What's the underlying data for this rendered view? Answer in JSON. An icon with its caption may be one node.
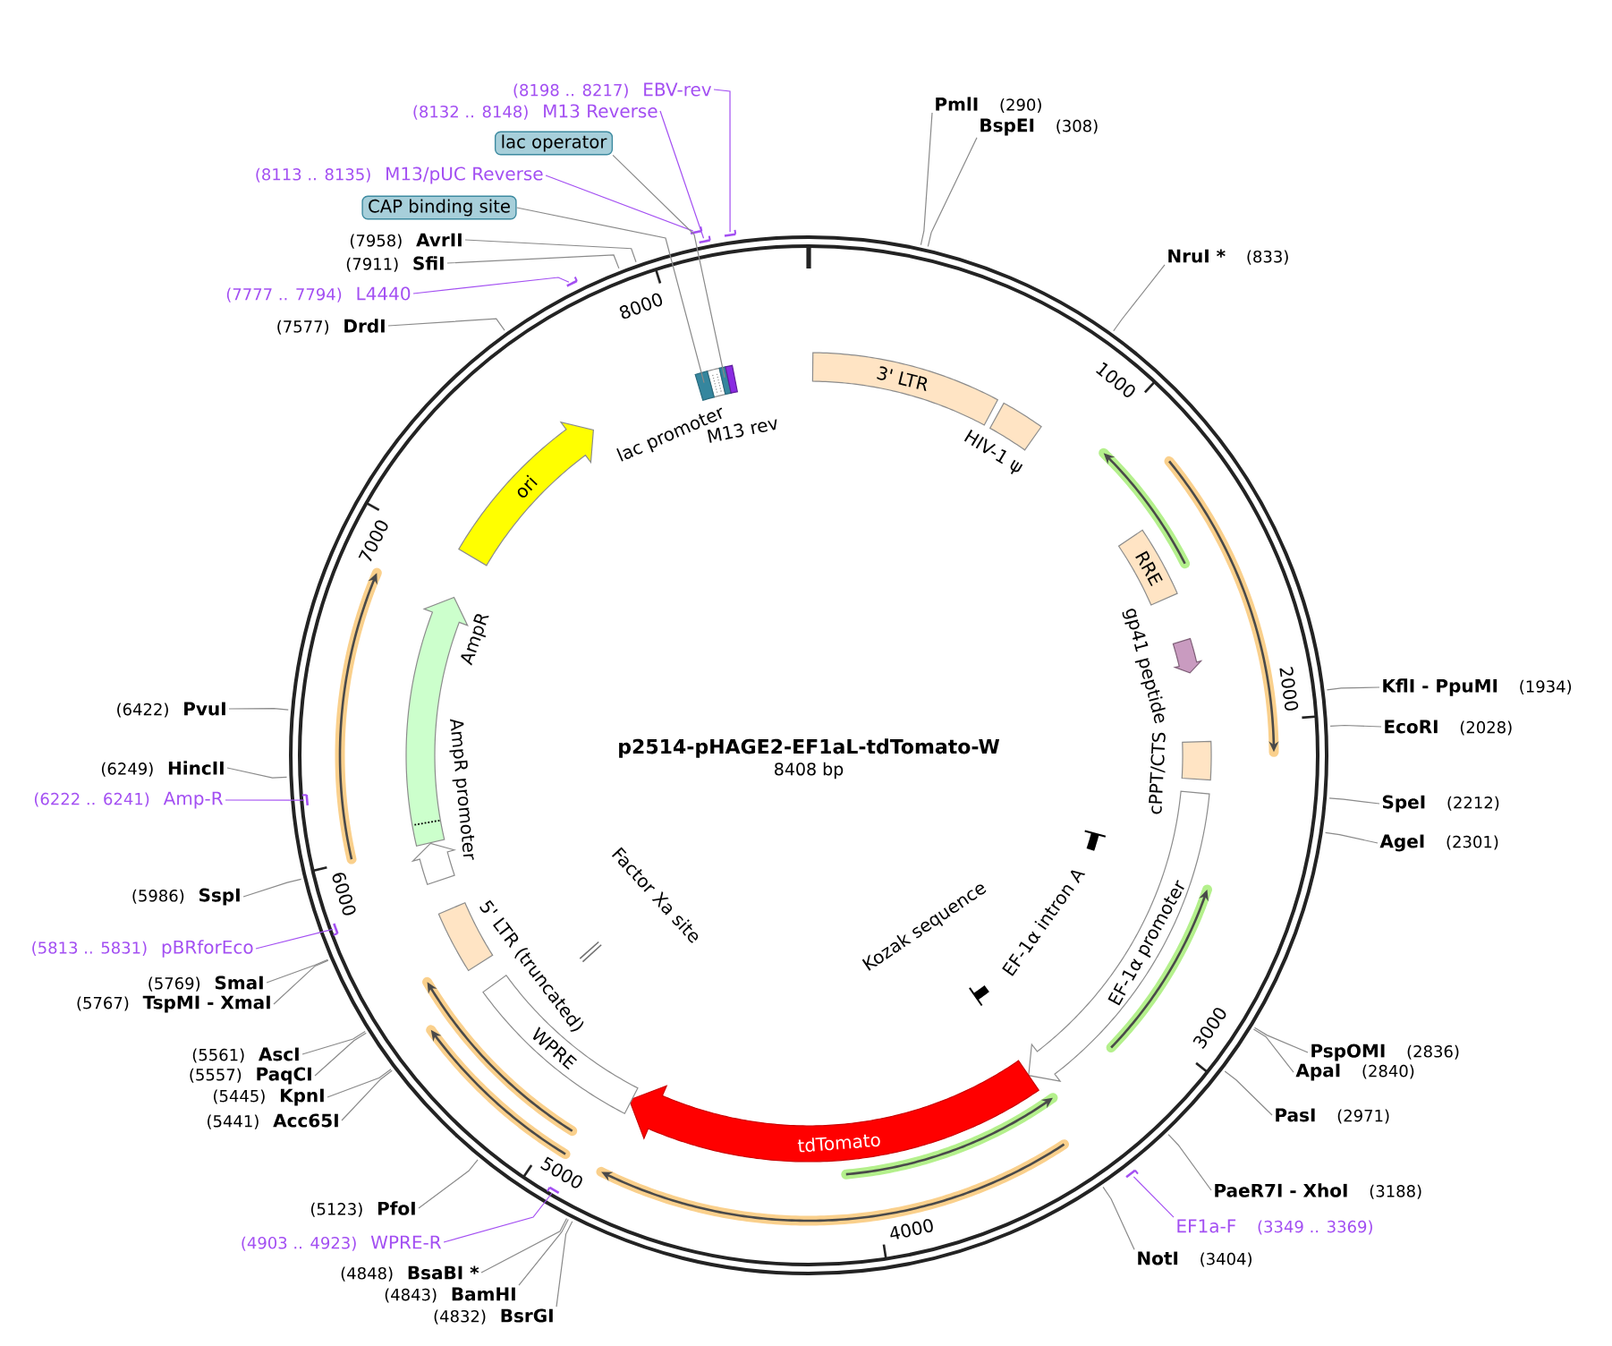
{
  "diagram": {
    "title": "p2514-pHAGE2-EF1aL-tdTomato-W",
    "nodes": [
      {
        "text": [
          "3' LTR"
        ]
      },
      {
        "text": [],
        "shape": "box",
        "beside": [
          "HIV-1 ψ"
        ]
      },
      {
        "text": [
          "RRE"
        ]
      },
      {
        "text": [],
        "shape": "arrow",
        "beside": [
          "gp41 peptide"
        ]
      },
      {
        "text": [
          "cPPT/CTS"
        ]
      },
      {
        "text": [
          "EF-1α promoter"
        ]
      },
      {
        "text": [
          "EF-1α intron A"
        ]
      },
      {
        "text": [
          "Kozak sequence"
        ]
      },
      {
        "text": [
          "tdTomato"
        ]
      },
      {
        "text": [
          "WPRE"
        ]
      },
      {
        "text": [
          "Factor Xa site"
        ]
      },
      {
        "text": [],
        "shape": "box",
        "beside": [
          "5' LTR (truncated)"
        ]
      },
      {
        "text": [],
        "shape": "arrow",
        "beside": [
          "AmpR promoter"
        ]
      },
      {
        "text": [],
        "shape": "arrow",
        "beside": [
          "AmpR"
        ]
      },
      {
        "text": [
          "ori"
        ]
      },
      {
        "text": [],
        "shape": "box",
        "beside": [
          "lac promoter"
        ]
      },
      {
        "text": [],
        "shape": "box"
      },
      {
        "text": [],
        "shape": "box"
      },
      {
        "text": [],
        "shape": "box",
        "beside": [
          "M13 rev"
        ]
      },
      {
        "text": [
          "PmlI"
        ],
        "beside": [
          "(290)"
        ]
      },
      {
        "text": [
          "BspEI"
        ],
        "beside": [
          "(308)"
        ]
      },
      {
        "text": [
          "NruI *"
        ],
        "beside": [
          "(833)"
        ]
      },
      {
        "text": [
          "KflI - PpuMI"
        ],
        "beside": [
          "(1934)"
        ]
      },
      {
        "text": [
          "EcoRI"
        ],
        "beside": [
          "(2028)"
        ]
      },
      {
        "text": [
          "SpeI"
        ],
        "beside": [
          "(2212)"
        ]
      },
      {
        "text": [
          "AgeI"
        ],
        "beside": [
          "(2301)"
        ]
      },
      {
        "text": [
          "PspOMI"
        ],
        "beside": [
          "(2836)"
        ]
      },
      {
        "text": [
          "ApaI"
        ],
        "beside": [
          "(2840)"
        ]
      },
      {
        "text": [
          "PasI"
        ],
        "beside": [
          "(2971)"
        ]
      },
      {
        "text": [
          "PaeR7I - XhoI"
        ],
        "beside": [
          "(3188)"
        ]
      },
      {
        "text": [
          "EF1a-F"
        ],
        "beside": [
          "(3349 .. 3369)"
        ]
      },
      {
        "text": [],
        "shape": "bar"
      },
      {
        "text": [
          "NotI"
        ],
        "beside": [
          "(3404)"
        ]
      },
      {
        "text": [
          "BsrGI"
        ],
        "beside": [
          "(4832)"
        ]
      },
      {
        "text": [
          "BamHI"
        ],
        "beside": [
          "(4843)"
        ]
      },
      {
        "text": [
          "BsaBI *"
        ],
        "beside": [
          "(4848)"
        ]
      },
      {
        "text": [
          "WPRE-R"
        ],
        "beside": [
          "(4903 .. 4923)"
        ]
      },
      {
        "text": [],
        "shape": "bar"
      },
      {
        "text": [
          "PfoI"
        ],
        "beside": [
          "(5123)"
        ]
      },
      {
        "text": [
          "Acc65I"
        ],
        "beside": [
          "(5441)"
        ]
      },
      {
        "text": [
          "KpnI"
        ],
        "beside": [
          "(5445)"
        ]
      },
      {
        "text": [
          "PaqCI"
        ],
        "beside": [
          "(5557)"
        ]
      },
      {
        "text": [
          "AscI"
        ],
        "beside": [
          "(5561)"
        ]
      },
      {
        "text": [
          "TspMI - XmaI"
        ],
        "beside": [
          "(5767)"
        ]
      },
      {
        "text": [
          "SmaI"
        ],
        "beside": [
          "(5769)"
        ]
      },
      {
        "text": [
          "pBRforEco"
        ],
        "beside": [
          "(5813 .. 5831)"
        ]
      },
      {
        "text": [],
        "shape": "bar"
      },
      {
        "text": [
          "SspI"
        ],
        "beside": [
          "(5986)"
        ]
      },
      {
        "text": [
          "Amp-R"
        ],
        "beside": [
          "(6222 .. 6241)"
        ]
      },
      {
        "text": [],
        "shape": "bar"
      },
      {
        "text": [
          "HincII"
        ],
        "beside": [
          "(6249)"
        ]
      },
      {
        "text": [
          "PvuI"
        ],
        "beside": [
          "(6422)"
        ]
      },
      {
        "text": [
          "DrdI"
        ],
        "beside": [
          "(7577)"
        ]
      },
      {
        "text": [
          "L4440"
        ],
        "beside": [
          "(7777 .. 7794)"
        ]
      },
      {
        "text": [],
        "shape": "bar"
      },
      {
        "text": [
          "SfiI"
        ],
        "beside": [
          "(7911)"
        ]
      },
      {
        "text": [
          "AvrII"
        ],
        "beside": [
          "(7958)"
        ]
      },
      {
        "text": [
          "CAP binding site"
        ]
      },
      {
        "text": [
          "M13/pUC Reverse"
        ],
        "beside": [
          "(8113 .. 8135)"
        ]
      },
      {
        "text": [],
        "shape": "bar"
      },
      {
        "text": [
          "lac operator"
        ]
      },
      {
        "text": [
          "M13 Reverse"
        ],
        "beside": [
          "(8132 .. 8148)"
        ]
      },
      {
        "text": [],
        "shape": "bar"
      },
      {
        "text": [
          "EBV-rev"
        ],
        "beside": [
          "(8198 .. 8217)"
        ]
      },
      {
        "text": [],
        "shape": "bar"
      }
    ],
    "edges": [
      {
        "from": 19,
        "to": null,
        "arrow": "none"
      },
      {
        "from": 20,
        "to": null,
        "arrow": "none"
      },
      {
        "from": 21,
        "to": null,
        "arrow": "none"
      },
      {
        "from": 22,
        "to": null,
        "arrow": "none"
      },
      {
        "from": 23,
        "to": null,
        "arrow": "none"
      },
      {
        "from": 24,
        "to": null,
        "arrow": "none"
      },
      {
        "from": 25,
        "to": null,
        "arrow": "none"
      },
      {
        "from": 26,
        "to": null,
        "arrow": "none"
      },
      {
        "from": 27,
        "to": null,
        "arrow": "none"
      },
      {
        "from": 28,
        "to": null,
        "arrow": "none"
      },
      {
        "from": 29,
        "to": null,
        "arrow": "none"
      },
      {
        "from": 30,
        "to": 31,
        "arrow": "none",
        "color": "#a34ff2"
      },
      {
        "from": 32,
        "to": null,
        "arrow": "none"
      },
      {
        "from": 33,
        "to": null,
        "arrow": "none"
      },
      {
        "from": 34,
        "to": null,
        "arrow": "none"
      },
      {
        "from": 35,
        "to": null,
        "arrow": "none"
      },
      {
        "from": 36,
        "to": 37,
        "arrow": "none",
        "color": "#a34ff2"
      },
      {
        "from": 38,
        "to": null,
        "arrow": "none"
      },
      {
        "from": 39,
        "to": null,
        "arrow": "none"
      },
      {
        "from": 40,
        "to": null,
        "arrow": "none"
      },
      {
        "from": 41,
        "to": null,
        "arrow": "none"
      },
      {
        "from": 42,
        "to": null,
        "arrow": "none"
      },
      {
        "from": 43,
        "to": null,
        "arrow": "none"
      },
      {
        "from": 44,
        "to": null,
        "arrow": "none"
      },
      {
        "from": 45,
        "to": 46,
        "arrow": "none",
        "color": "#a34ff2"
      },
      {
        "from": 47,
        "to": null,
        "arrow": "none"
      },
      {
        "from": 48,
        "to": 49,
        "arrow": "none",
        "color": "#a34ff2"
      },
      {
        "from": 50,
        "to": null,
        "arrow": "none"
      },
      {
        "from": 51,
        "to": null,
        "arrow": "none"
      },
      {
        "from": 52,
        "to": null,
        "arrow": "none"
      },
      {
        "from": 53,
        "to": 54,
        "arrow": "none",
        "color": "#a34ff2"
      },
      {
        "from": 55,
        "to": null,
        "arrow": "none"
      },
      {
        "from": 56,
        "to": null,
        "arrow": "none"
      },
      {
        "from": 57,
        "to": 16,
        "arrow": "none"
      },
      {
        "from": 58,
        "to": 59,
        "arrow": "none",
        "color": "#a34ff2"
      },
      {
        "from": 60,
        "to": 17,
        "arrow": "none"
      },
      {
        "from": 61,
        "to": 62,
        "arrow": "none",
        "color": "#a34ff2"
      },
      {
        "from": 63,
        "to": 64,
        "arrow": "none",
        "color": "#a34ff2"
      }
    ],
    "labels": [
      "8408 bp",
      "1000",
      "2000",
      "3000",
      "4000",
      "5000",
      "6000",
      "7000",
      "8000"
    ]
  }
}
